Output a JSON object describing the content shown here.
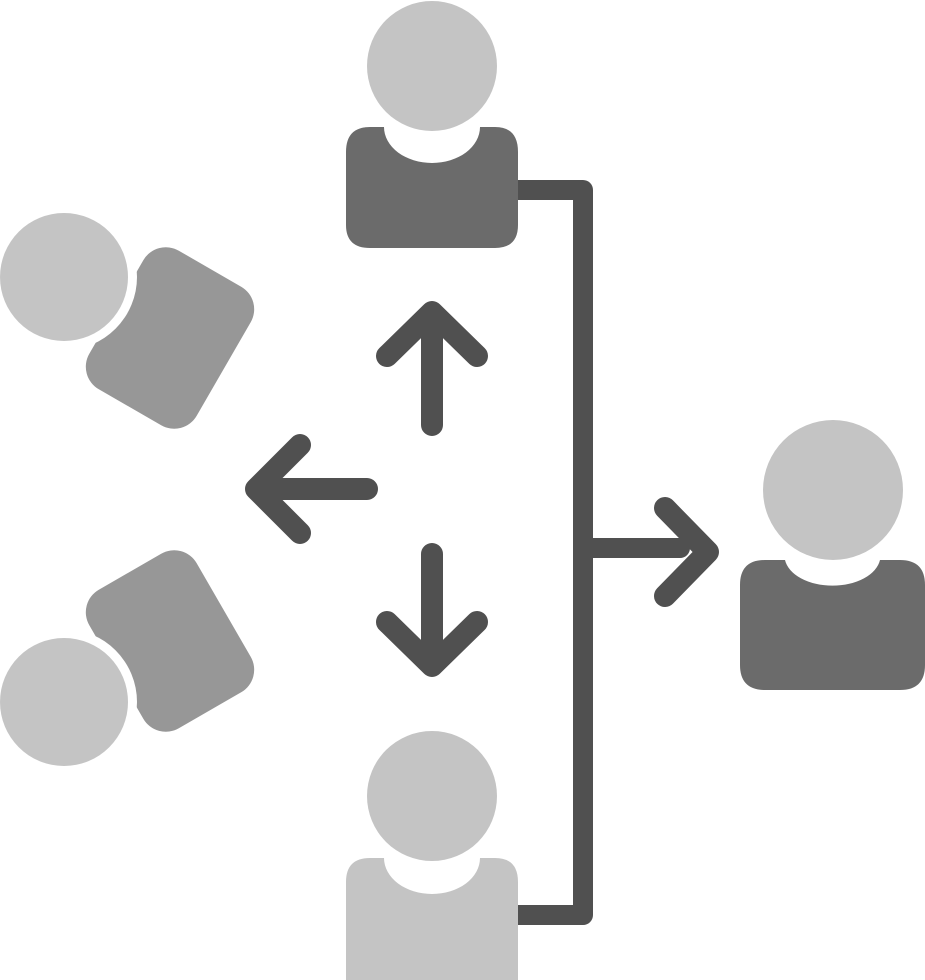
{
  "icon": {
    "name": "user-distribution-icon",
    "colors": {
      "head": "#c4c4c4",
      "body_dark": "#6b6b6b",
      "body_mid": "#979797",
      "body_light": "#c4c4c4",
      "stroke": "#505050",
      "background": "#ffffff"
    },
    "people": [
      {
        "id": "top",
        "icon": "user-icon"
      },
      {
        "id": "upper-left",
        "icon": "user-icon"
      },
      {
        "id": "lower-left",
        "icon": "user-icon"
      },
      {
        "id": "bottom",
        "icon": "user-icon"
      },
      {
        "id": "right",
        "icon": "user-icon"
      }
    ],
    "arrows": [
      "arrow-up-icon",
      "arrow-left-icon",
      "arrow-down-icon",
      "arrow-right-icon"
    ]
  }
}
